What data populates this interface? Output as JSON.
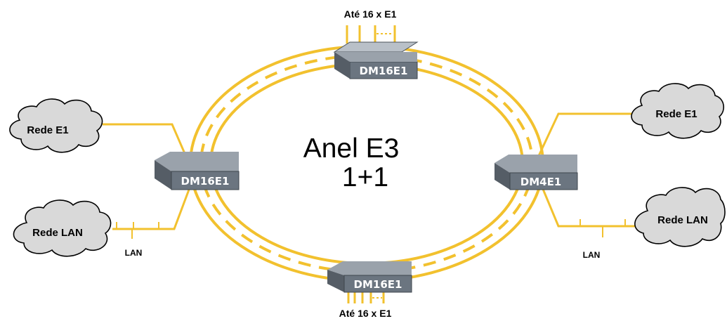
{
  "ring": {
    "title_line1": "Anel E3",
    "title_line2": "1+1"
  },
  "devices": {
    "top": "DM16E1",
    "left": "DM16E1",
    "right": "DM4E1",
    "bottom": "DM16E1"
  },
  "clouds": {
    "left_e1": "Rede E1",
    "left_lan": "Rede LAN",
    "right_e1": "Rede E1",
    "right_lan": "Rede LAN"
  },
  "labels": {
    "top_e1": "Até 16 x E1",
    "bottom_e1": "Até 16 x E1",
    "lan_left": "LAN",
    "lan_right": "LAN"
  },
  "colors": {
    "link": "#f2c12e",
    "device_front": "#6b7580",
    "device_top": "#b9c0c8",
    "cloud_fill": "#d9d9d9"
  }
}
